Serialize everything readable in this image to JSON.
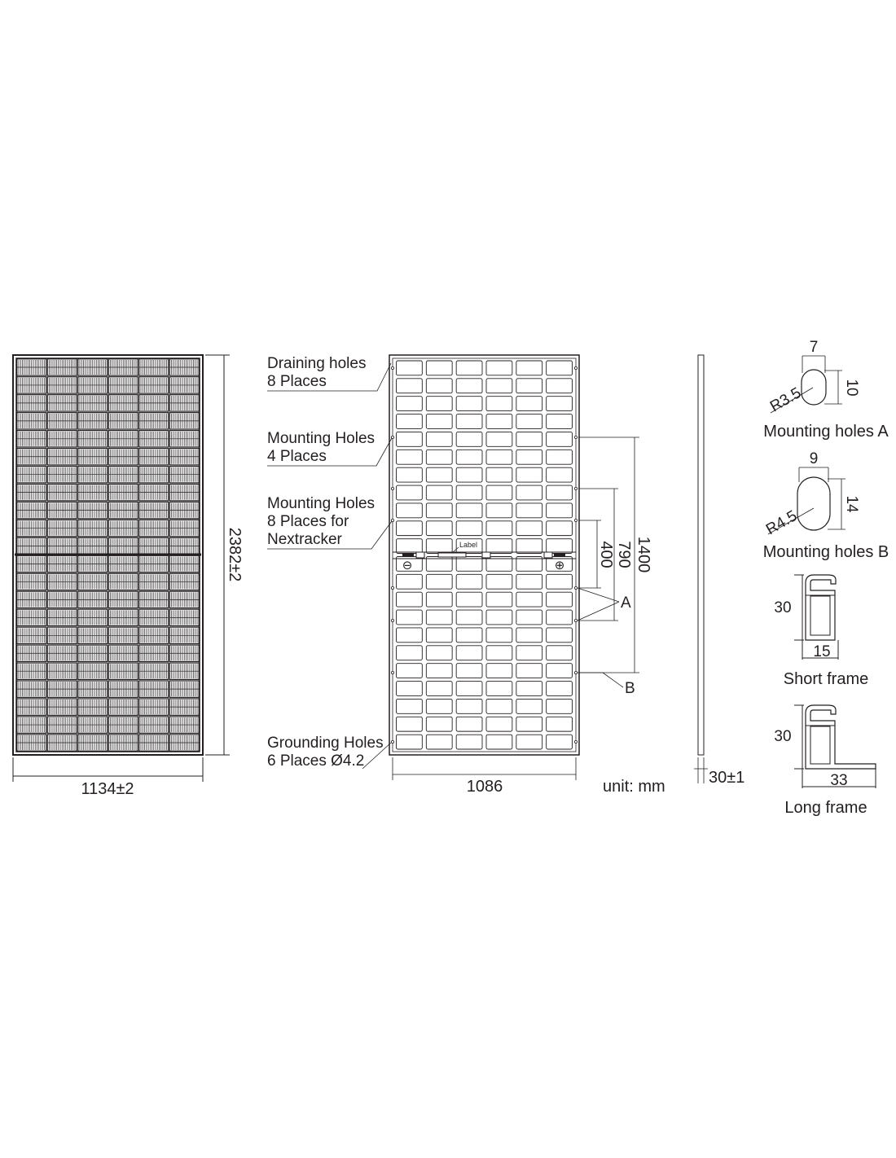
{
  "front_view": {
    "width_dim": "1134±2",
    "height_dim": "2382±2"
  },
  "back_view": {
    "draining_holes": [
      "Draining holes",
      "8 Places"
    ],
    "mounting_holes_4": [
      "Mounting Holes",
      "4 Places"
    ],
    "mounting_holes_8": [
      "Mounting Holes",
      "8 Places for",
      "Nextracker"
    ],
    "grounding_holes": [
      "Grounding Holes",
      "6 Places Ø4.2"
    ],
    "label_tag": "Label",
    "dim_1400": "1400",
    "dim_790": "790",
    "dim_400": "400",
    "marker_a": "A",
    "marker_b": "B",
    "width_dim": "1086",
    "minus_symbol": "⊖",
    "plus_symbol": "⊕"
  },
  "unit_note": "unit: mm",
  "side_view": {
    "thickness_dim": "30±1"
  },
  "details": {
    "mounting_a": {
      "title": "Mounting holes A",
      "width": "7",
      "height": "10",
      "radius": "R3.5"
    },
    "mounting_b": {
      "title": "Mounting holes B",
      "width": "9",
      "height": "14",
      "radius": "R4.5"
    },
    "short_frame": {
      "title": "Short frame",
      "height": "30",
      "width": "15"
    },
    "long_frame": {
      "title": "Long frame",
      "height": "30",
      "width": "33"
    }
  },
  "colors": {
    "line": "#231f20",
    "background": "#ffffff"
  }
}
